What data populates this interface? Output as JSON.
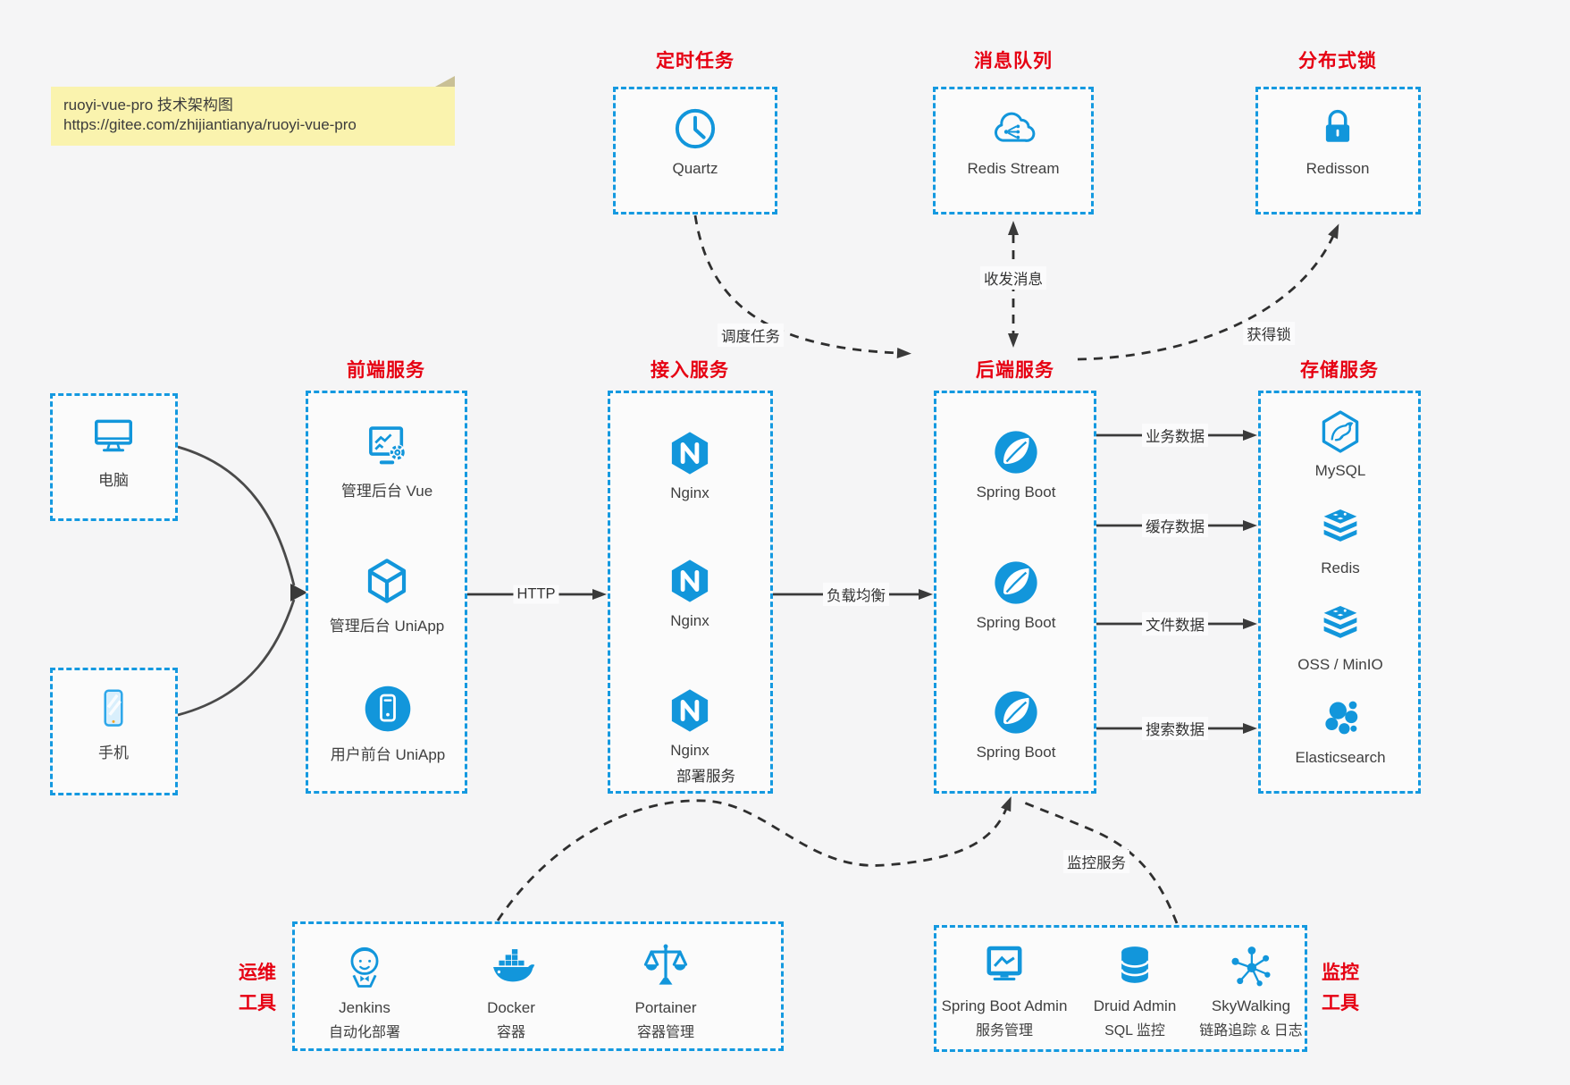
{
  "title_note": {
    "line1": "ruoyi-vue-pro 技术架构图",
    "line2": "https://gitee.com/zhijiantianya/ruoyi-vue-pro"
  },
  "colors": {
    "accent_blue": "#1296db",
    "accent_red": "#e60012",
    "arrow_dark": "#3a3a3a",
    "note_bg": "#faf3ae",
    "background": "#f5f5f6"
  },
  "top_services": [
    {
      "title": "定时任务",
      "item": "Quartz"
    },
    {
      "title": "消息队列",
      "item": "Redis Stream"
    },
    {
      "title": "分布式锁",
      "item": "Redisson"
    }
  ],
  "clients": [
    {
      "label": "电脑"
    },
    {
      "label": "手机"
    }
  ],
  "frontend": {
    "title": "前端服务",
    "items": [
      "管理后台 Vue",
      "管理后台 UniApp",
      "用户前台 UniApp"
    ]
  },
  "gateway": {
    "title": "接入服务",
    "items": [
      "Nginx",
      "Nginx",
      "Nginx"
    ]
  },
  "backend": {
    "title": "后端服务",
    "items": [
      "Spring Boot",
      "Spring Boot",
      "Spring Boot"
    ]
  },
  "storage": {
    "title": "存储服务",
    "items": [
      "MySQL",
      "Redis",
      "OSS / MinIO",
      "Elasticsearch"
    ]
  },
  "edges": {
    "http": "HTTP",
    "load_balance": "负载均衡",
    "business_data": "业务数据",
    "cache_data": "缓存数据",
    "file_data": "文件数据",
    "search_data": "搜索数据",
    "schedule_task": "调度任务",
    "send_receive_message": "收发消息",
    "acquire_lock": "获得锁",
    "deploy_service": "部署服务",
    "monitor_service": "监控服务"
  },
  "ops": {
    "title_line1": "运维",
    "title_line2": "工具",
    "items": [
      {
        "name": "Jenkins",
        "desc": "自动化部署"
      },
      {
        "name": "Docker",
        "desc": "容器"
      },
      {
        "name": "Portainer",
        "desc": "容器管理"
      }
    ]
  },
  "monitoring": {
    "title_line1": "监控",
    "title_line2": "工具",
    "items": [
      {
        "name": "Spring Boot Admin",
        "desc": "服务管理"
      },
      {
        "name": "Druid Admin",
        "desc": "SQL 监控"
      },
      {
        "name": "SkyWalking",
        "desc": "链路追踪 & 日志"
      }
    ]
  }
}
